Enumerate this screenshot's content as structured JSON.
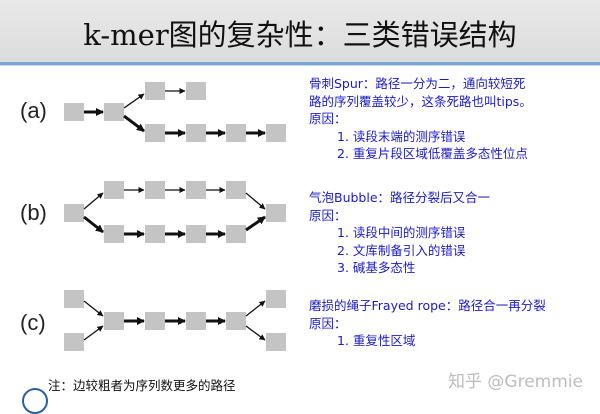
{
  "title": "k-mer图的复杂性：三类错误结构",
  "panel_labels": [
    "(a)",
    "(b)",
    "(c)"
  ],
  "descriptions": {
    "spur": {
      "line1": "骨刺Spur：路径一分为二，通向较短死",
      "line2": "路的序列覆盖较少，这条死路也叫tips。",
      "reason_label": "原因：",
      "reasons": [
        "1.  读段末端的测序错误",
        "2.  重复片段区域低覆盖多态性位点"
      ]
    },
    "bubble": {
      "line1": "气泡Bubble：路径分裂后又合一",
      "reason_label": "原因：",
      "reasons": [
        "1.  读段中间的测序错误",
        "2.  文库制备引入的错误",
        "3.  碱基多态性"
      ]
    },
    "frayed": {
      "line1": "磨损的绳子Frayed rope：路径合一再分裂",
      "reason_label": "原因：",
      "reasons": [
        "1.  重复性区域"
      ]
    }
  },
  "note": "注：边较粗者为序列数更多的路径",
  "watermark": "知乎 @Gremmie",
  "colors": {
    "node": "#c4c4c4",
    "text_blue": "#1a1acb",
    "rule": "#7aa6d6"
  }
}
